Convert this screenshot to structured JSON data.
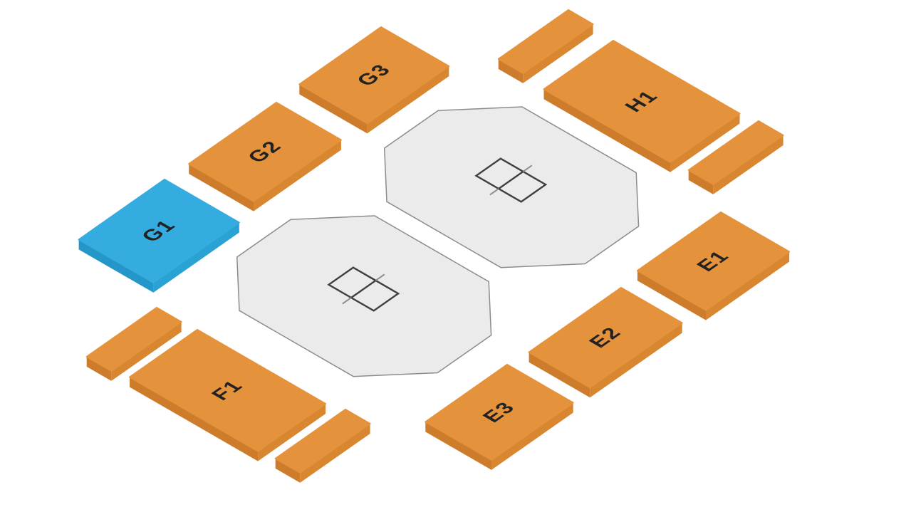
{
  "map": {
    "kind": "isometric-venue-seat-map",
    "sections": {
      "g1": {
        "label": "G1",
        "status": "selected"
      },
      "g2": {
        "label": "G2",
        "status": "available"
      },
      "g3": {
        "label": "G3",
        "status": "available"
      },
      "h1": {
        "label": "H1",
        "status": "available"
      },
      "e1": {
        "label": "E1",
        "status": "available"
      },
      "e2": {
        "label": "E2",
        "status": "available"
      },
      "e3": {
        "label": "E3",
        "status": "available"
      },
      "f1": {
        "label": "F1",
        "status": "available"
      }
    },
    "unlabeled_sections": [
      {
        "id": "strip-nw-of-h1",
        "label": ""
      },
      {
        "id": "strip-se-of-h1",
        "label": ""
      },
      {
        "id": "strip-nw-of-f1",
        "label": ""
      },
      {
        "id": "strip-se-of-f1",
        "label": ""
      }
    ],
    "floors": {
      "count": 2,
      "icon": "court-icon"
    },
    "colors": {
      "background": "#ffffff",
      "available_top": "#E5923C",
      "available_side_left": "#CD7C2B",
      "available_side_right": "#D8862F",
      "selected_top": "#34ACDF",
      "selected_side_left": "#2496C8",
      "selected_side_right": "#2BA2D4",
      "floor_fill": "#EBEBEB",
      "floor_stroke": "#8C8C8C",
      "court_line": "#3F3F3F",
      "court_net_ext": "#8F8F8F",
      "label": "#222222"
    }
  }
}
